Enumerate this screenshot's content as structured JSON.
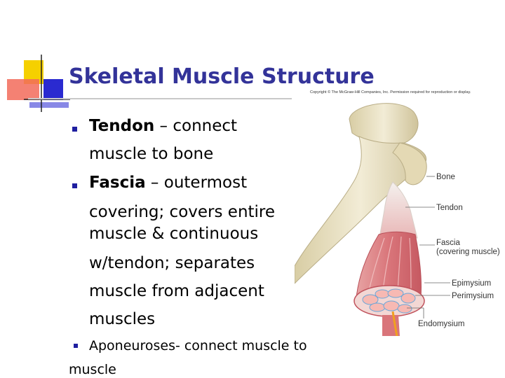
{
  "title": "Skeletal Muscle Structure",
  "copyright": "Copyright © The McGraw-Hill Companies, Inc. Permission required for reproduction or display.",
  "bullets": {
    "tendon": {
      "term": "Tendon",
      "rest": " – connect",
      "cont": [
        "muscle to bone"
      ]
    },
    "fascia": {
      "term": "Fascia",
      "rest": " – outermost",
      "cont": [
        "covering; covers entire",
        "muscle & continuous",
        "w/tendon; separates",
        "muscle from adjacent",
        "muscles"
      ]
    },
    "aponeuroses": {
      "text": "Aponeuroses- connect muscle to",
      "cont": "muscle"
    }
  },
  "figure_labels": {
    "bone": "Bone",
    "tendon": "Tendon",
    "fascia": "Fascia",
    "fascia_sub": "(covering muscle)",
    "epimysium": "Epimysium",
    "perimysium": "Perimysium",
    "endomysium": "Endomysium"
  },
  "colors": {
    "title": "#333399",
    "bullet": "#1f1fa0",
    "logo_yellow": "#f5d000",
    "logo_red": "#f04030",
    "logo_blue": "#2a2ad0",
    "bone": "#ece3c2",
    "muscle": "#d9757a"
  }
}
